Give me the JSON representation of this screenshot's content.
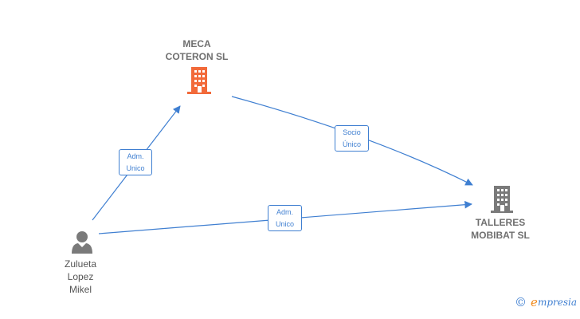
{
  "nodes": {
    "meca": {
      "name": "MECA\nCOTERON  SL",
      "icon": "building-icon",
      "color": "#f26a3a"
    },
    "talleres": {
      "name": "TALLERES\nMOBIBAT  SL",
      "icon": "building-icon",
      "color": "#7a7a7a"
    },
    "person": {
      "name": "Zulueta\nLopez\nMikel",
      "icon": "person-icon",
      "color": "#7a7a7a"
    }
  },
  "edges": [
    {
      "label": "Adm.\nUnico",
      "from": "person",
      "to": "meca"
    },
    {
      "label": "Socio\nÚnico",
      "from": "meca",
      "to": "talleres"
    },
    {
      "label": "Adm.\nUnico",
      "from": "person",
      "to": "talleres"
    }
  ],
  "colors": {
    "edge": "#3f7fd1"
  },
  "watermark": {
    "copyright": "©",
    "brand_initial": "e",
    "brand_rest": "mpresia"
  }
}
